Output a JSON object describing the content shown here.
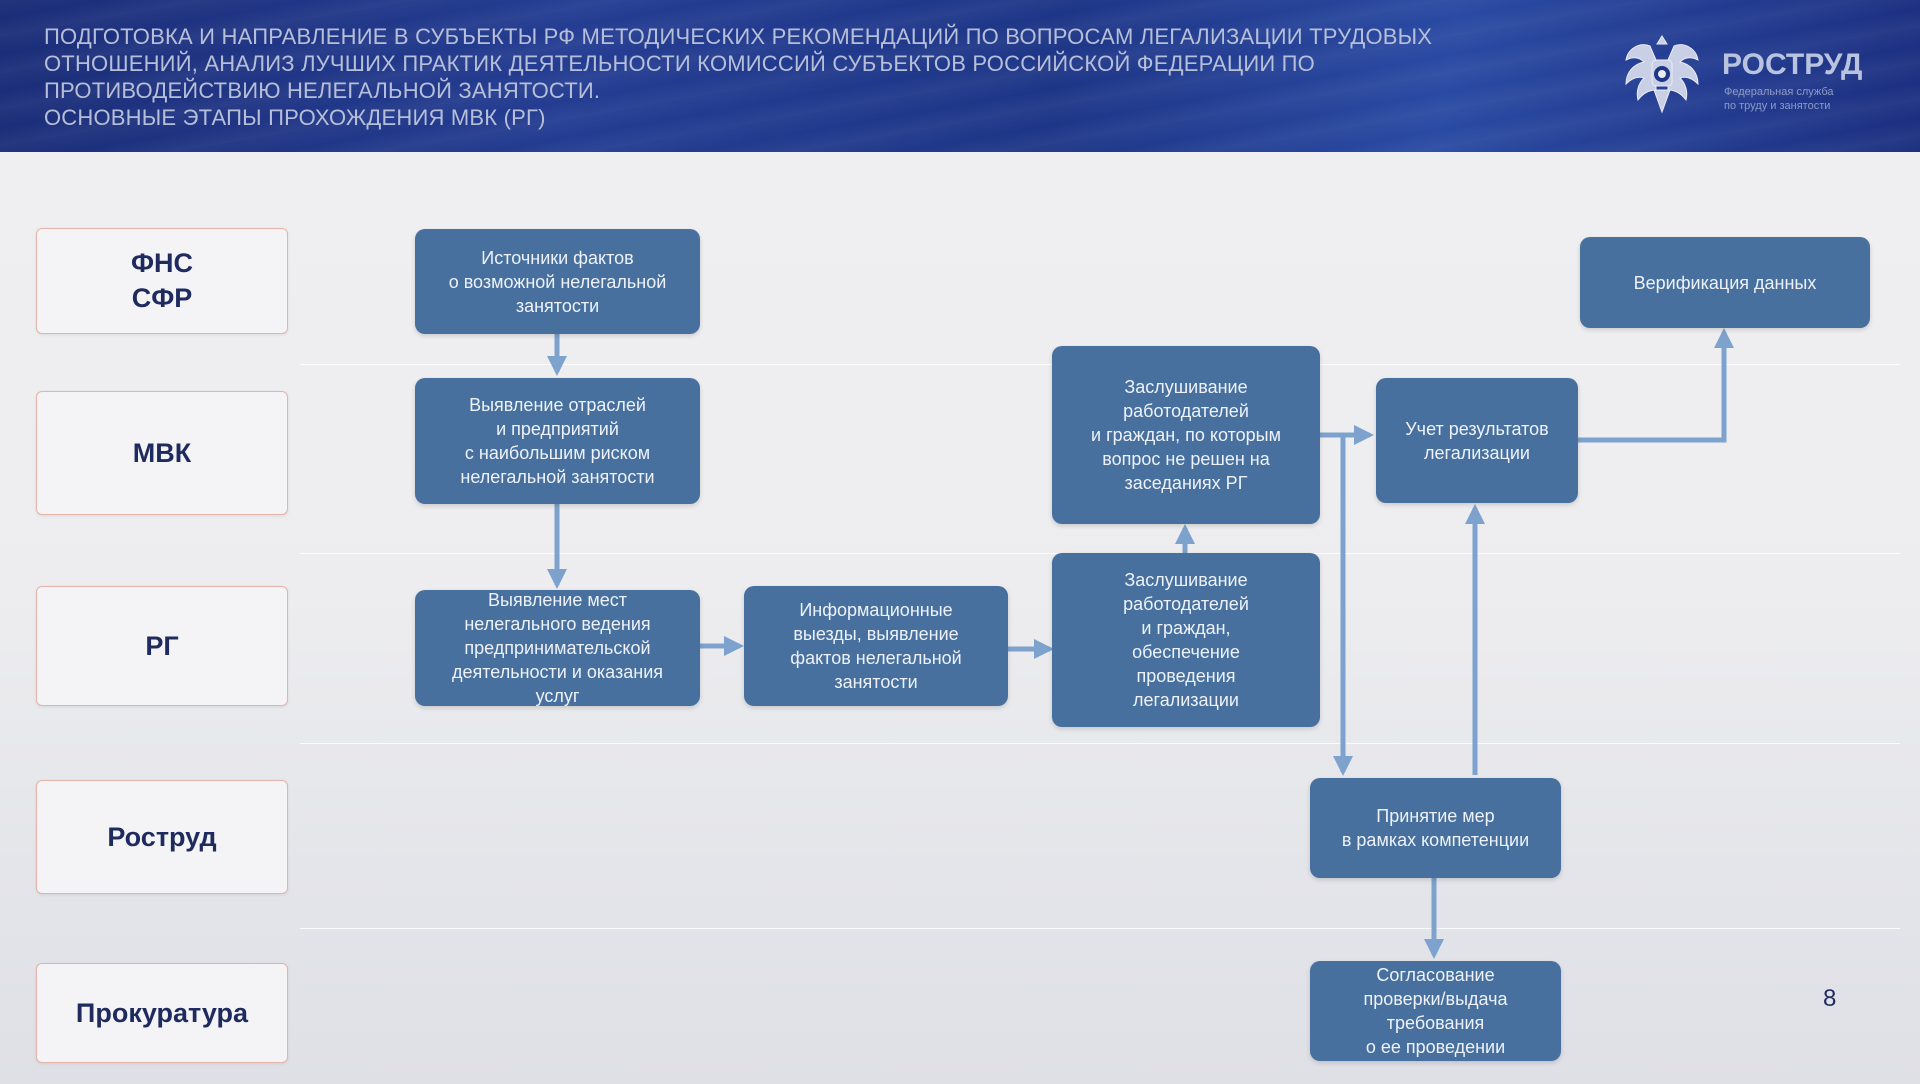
{
  "header": {
    "title_lines": [
      "ПОДГОТОВКА И НАПРАВЛЕНИЕ В СУБЪЕКТЫ РФ МЕТОДИЧЕСКИХ РЕКОМЕНДАЦИЙ ПО ВОПРОСАМ ЛЕГАЛИЗАЦИИ ТРУДОВЫХ",
      "ОТНОШЕНИЙ, АНАЛИЗ ЛУЧШИХ ПРАКТИК ДЕЯТЕЛЬНОСТИ КОМИССИЙ СУБЪЕКТОВ РОССИЙСКОЙ ФЕДЕРАЦИИ ПО",
      "ПРОТИВОДЕЙСТВИЮ НЕЛЕГАЛЬНОЙ ЗАНЯТОСТИ.",
      "ОСНОВНЫЕ ЭТАПЫ ПРОХОЖДЕНИЯ  МВК (РГ)"
    ],
    "logo": {
      "name": "РОСТРУД",
      "subtitle_lines": [
        "Федеральная служба",
        "по труду и занятости"
      ],
      "icon": "double-headed-eagle-emblem"
    }
  },
  "lanes": [
    {
      "lines": [
        "ФНС",
        "СФР"
      ]
    },
    {
      "lines": [
        "МВК"
      ]
    },
    {
      "lines": [
        "РГ"
      ]
    },
    {
      "lines": [
        "Роструд"
      ]
    },
    {
      "lines": [
        "Прокуратура"
      ]
    }
  ],
  "boxes": {
    "sources": [
      "Источники фактов",
      "о возможной нелегальной",
      "занятости"
    ],
    "identify_sectors": [
      "Выявление отраслей",
      "и предприятий",
      "с наибольшим риском",
      "нелегальной занятости"
    ],
    "identify_places": [
      "Выявление мест",
      "нелегального ведения",
      "предпринимательской",
      "деятельности  и оказания",
      "услуг"
    ],
    "info_visits": [
      "Информационные",
      "выезды, выявление",
      "фактов нелегальной",
      "занятости"
    ],
    "hearing_legalization": [
      "Заслушивание",
      "работодателей",
      "и граждан,",
      "обеспечение",
      "проведения",
      "легализации"
    ],
    "hearing_unresolved": [
      "Заслушивание",
      "работодателей",
      "и граждан, по которым",
      "вопрос не решен на",
      "заседаниях РГ"
    ],
    "results_accounting": [
      "Учет результатов",
      "легализации"
    ],
    "data_verification": [
      "Верификация данных"
    ],
    "measures": [
      "Принятие мер",
      "в рамках компетенции"
    ],
    "inspection_approval": [
      "Согласование",
      "проверки/выдача",
      "требования",
      "о ее проведении"
    ]
  },
  "page_number": "8",
  "colors": {
    "header_blue": "#1e3687",
    "box_blue": "#47709f",
    "arrow_blue": "#7da2cd",
    "lane_border": "#e4b4aa",
    "lane_text": "#1f2b5e"
  }
}
